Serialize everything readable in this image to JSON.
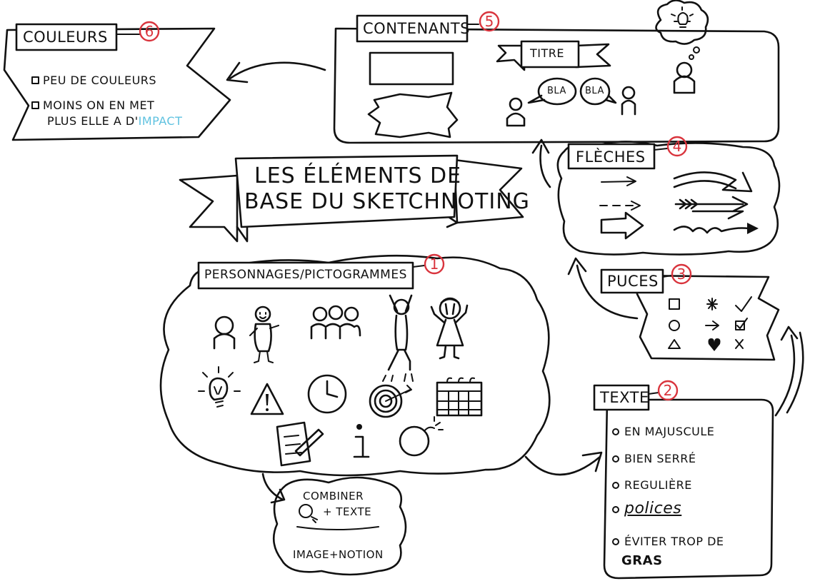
{
  "main_title": {
    "line1": "LES ÉLÉMENTS DE",
    "line2": "BASE DU SKETCHNOTING"
  },
  "sections": {
    "couleurs": {
      "label": "COULEURS",
      "number": "6",
      "items": [
        "PEU DE COULEURS",
        "MOINS ON EN MET",
        "PLUS ELLE A D'",
        "IMPACT"
      ]
    },
    "contenants": {
      "label": "CONTENANTS",
      "number": "5",
      "banner": "TITRE",
      "bubble1": "BLA",
      "bubble2": "BLA"
    },
    "fleches": {
      "label": "FLÈCHES",
      "number": "4"
    },
    "puces": {
      "label": "PUCES",
      "number": "3"
    },
    "texte": {
      "label": "TEXTE",
      "number": "2",
      "items": [
        "EN MAJUSCULE",
        "BIEN SERRÉ",
        "REGULIÈRE",
        "polices",
        "ÉVITER TROP DE"
      ],
      "bold_word": "GRAS"
    },
    "personnages": {
      "label": "PERSONNAGES/PICTOGRAMMES",
      "number": "1",
      "info_letter": "i"
    },
    "combiner": {
      "line1": "COMBINER",
      "plus_text": "+ TEXTE",
      "line3": "IMAGE+NOTION"
    }
  },
  "colors": {
    "ink": "#111111",
    "number_circle": "#d9343d",
    "accent": "#5fc2e0"
  }
}
